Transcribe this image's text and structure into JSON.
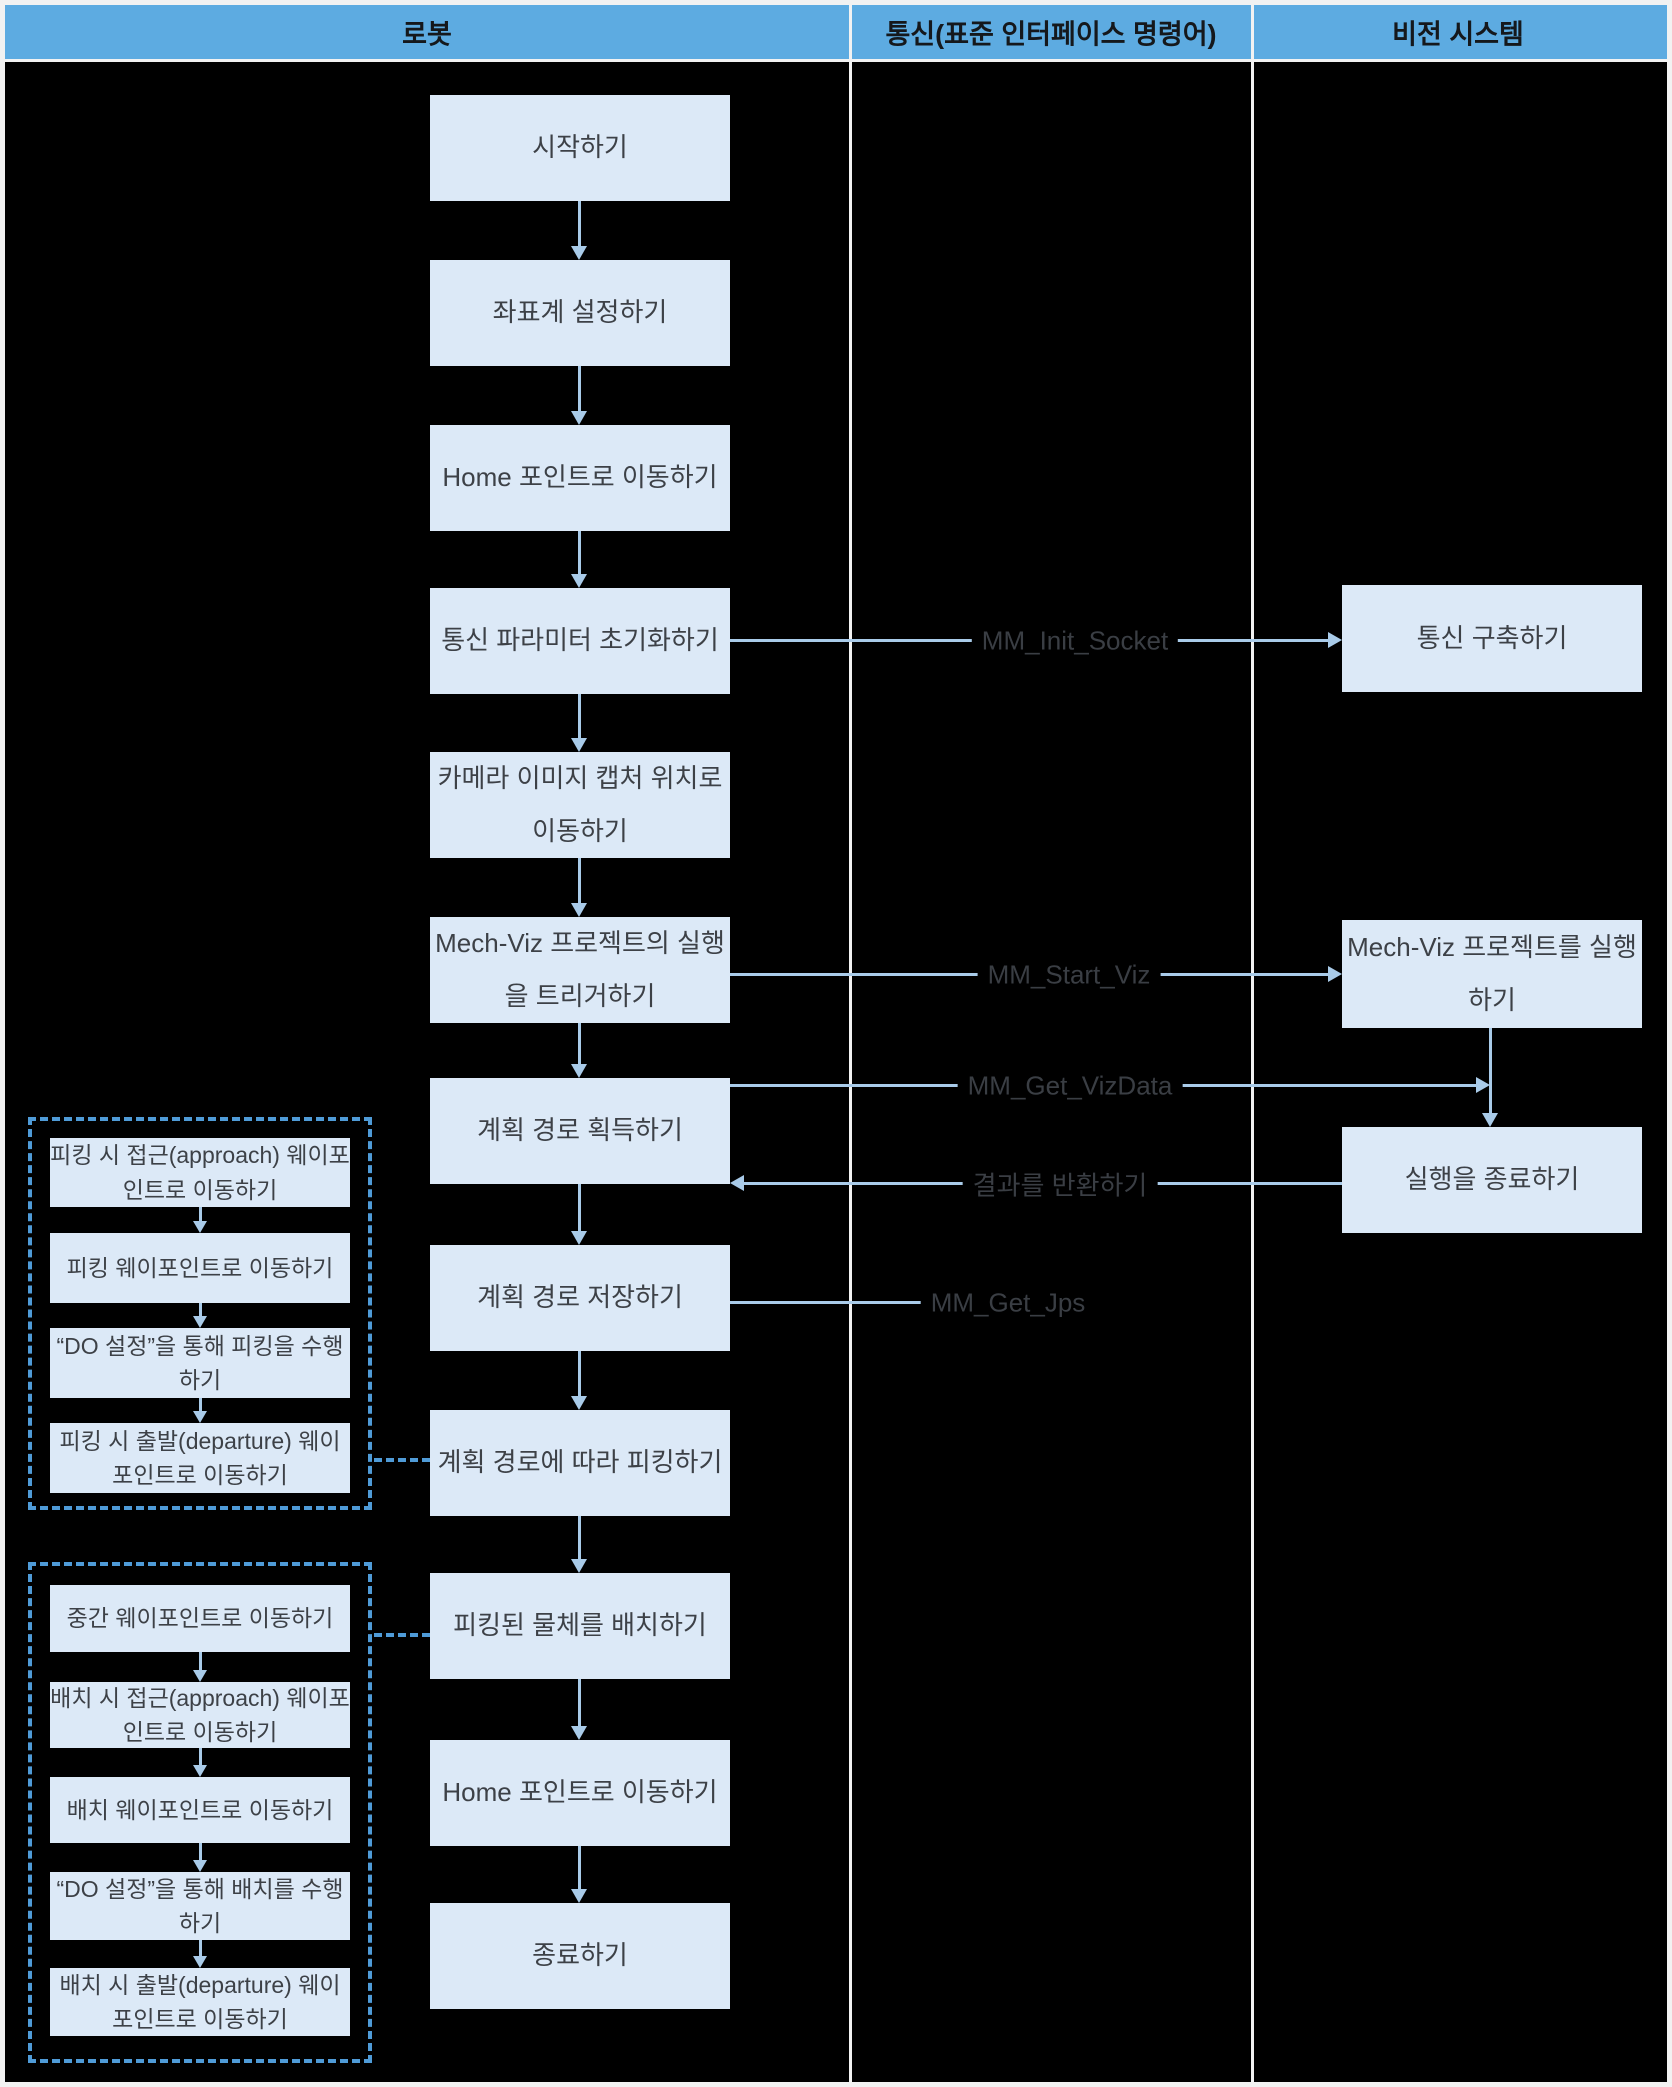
{
  "header": {
    "robot": "로봇",
    "communication": "통신(표준 인터페이스 명령어)",
    "vision": "비전 시스템"
  },
  "robot_flow": {
    "steps": [
      "시작하기",
      "좌표계 설정하기",
      "Home 포인트로 이동하기",
      "통신 파라미터 초기화하기",
      "카메라 이미지 캡처 위치로 이동하기",
      "Mech-Viz 프로젝트의 실행을 트리거하기",
      "계획 경로 획득하기",
      "계획 경로 저장하기",
      "계획 경로에 따라 피킹하기",
      "피킹된 물체를 배치하기",
      "Home 포인트로 이동하기",
      "종료하기"
    ]
  },
  "vision_flow": {
    "steps": [
      "통신 구축하기",
      "Mech-Viz 프로젝트를 실행하기",
      "실행을 종료하기"
    ]
  },
  "interface_labels": {
    "init_socket": "MM_Init_Socket",
    "start_viz": "MM_Start_Viz",
    "get_vizdata": "MM_Get_VizData",
    "return_result": "결과를 반환하기",
    "get_jps": "MM_Get_Jps"
  },
  "picking_group": {
    "steps": [
      "피킹 시 접근(approach) 웨이포인트로 이동하기",
      "피킹 웨이포인트로 이동하기",
      "“DO 설정”을 통해 피킹을 수행하기",
      "피킹 시 출발(departure) 웨이포인트로 이동하기"
    ]
  },
  "placing_group": {
    "steps": [
      "중간 웨이포인트로 이동하기",
      "배치 시 접근(approach) 웨이포인트로 이동하기",
      "배치 웨이포인트로 이동하기",
      "“DO 설정”을 통해 배치를 수행하기",
      "배치 시 출발(departure) 웨이포인트로 이동하기"
    ]
  },
  "colors": {
    "header_bg": "#5dabe1",
    "box_fill": "#dce9f7",
    "arrow": "#a9cbe9",
    "dash": "#4f9bd7",
    "grid": "#f2f2f2",
    "bg": "#000000",
    "box_text": "#3d4147",
    "label_text": "#3a3e44",
    "header_text": "#15181c"
  }
}
